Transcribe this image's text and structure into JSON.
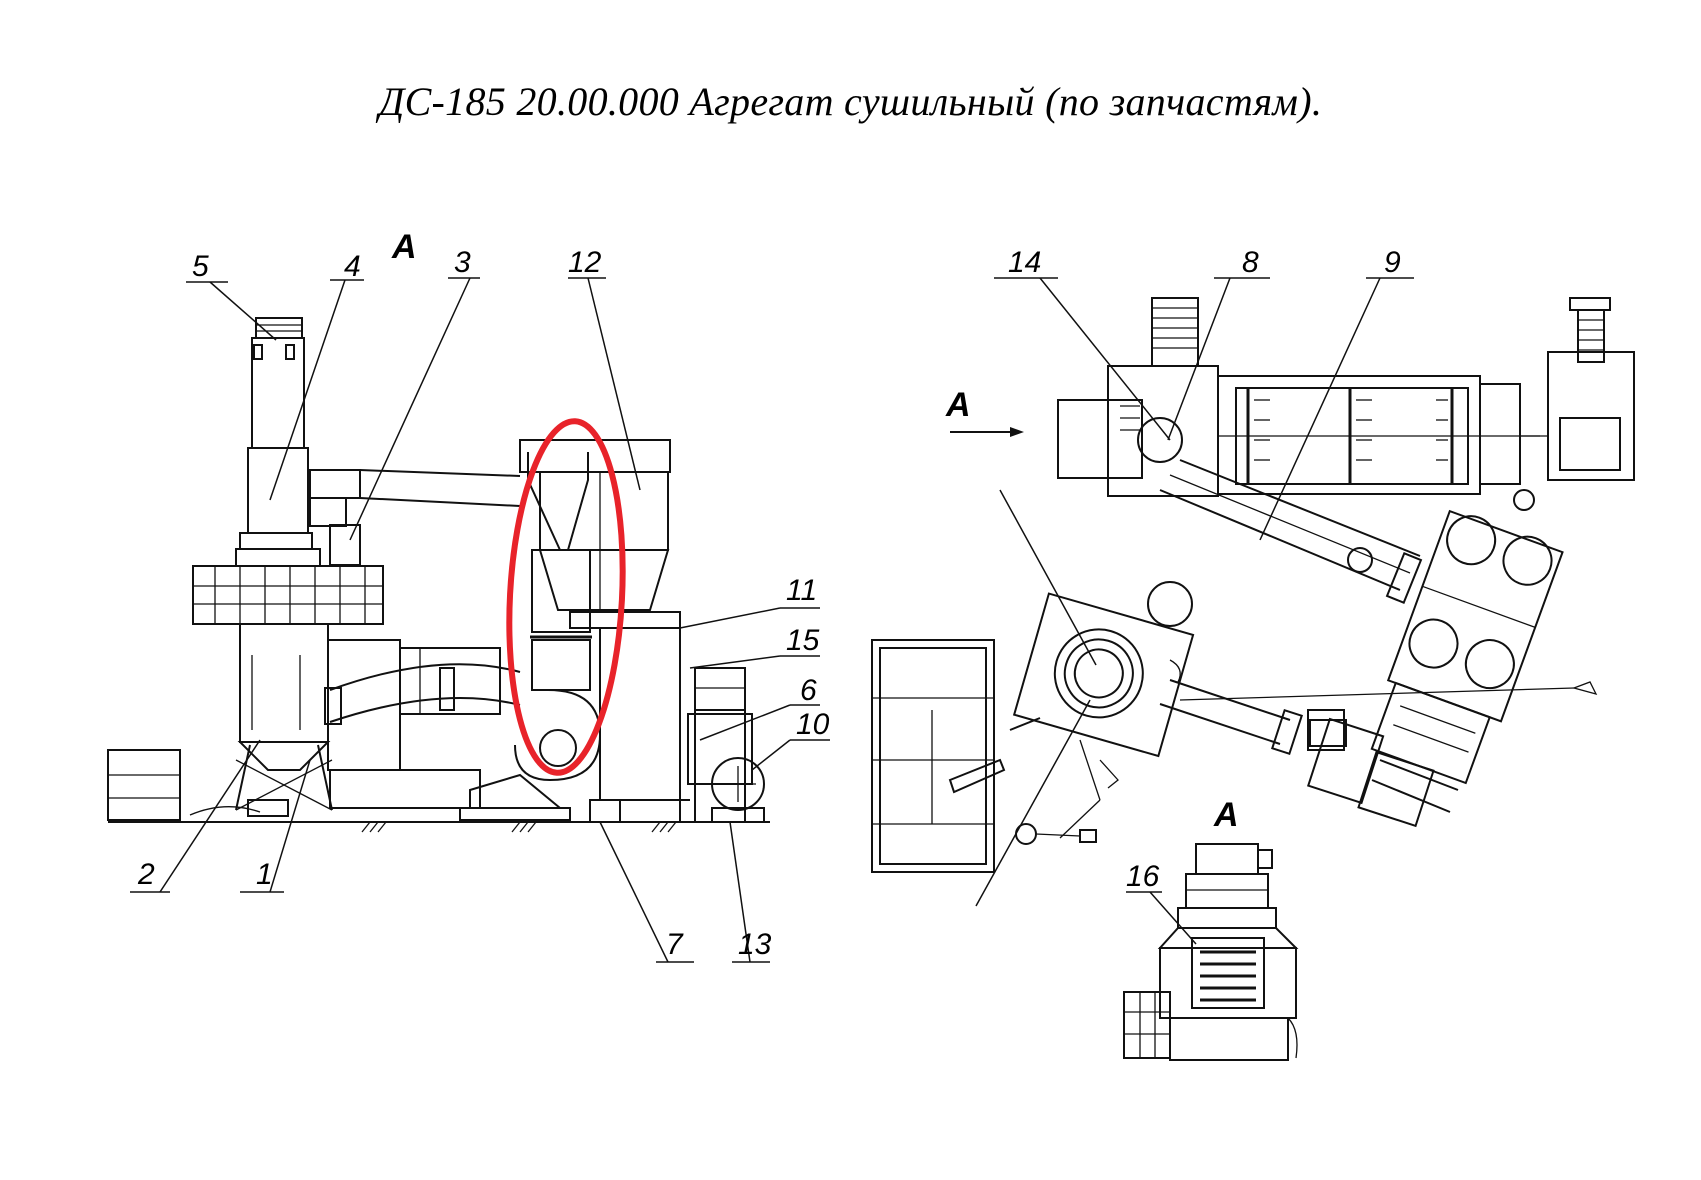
{
  "title": "ДС-185 20.00.000  Агрегат сушильный (по запчастям).",
  "view_labels": {
    "side_view": "А",
    "arrow_view": "А",
    "detail_view": "А"
  },
  "callouts": {
    "c1": "1",
    "c2": "2",
    "c3": "3",
    "c4": "4",
    "c5": "5",
    "c6": "6",
    "c7": "7",
    "c8": "8",
    "c9": "9",
    "c10": "10",
    "c11": "11",
    "c12": "12",
    "c13": "13",
    "c14": "14",
    "c15": "15",
    "c16": "16"
  },
  "highlight": {
    "color": "#e8232a",
    "shape": "ellipse"
  },
  "colors": {
    "line": "#111111",
    "background": "#ffffff"
  }
}
